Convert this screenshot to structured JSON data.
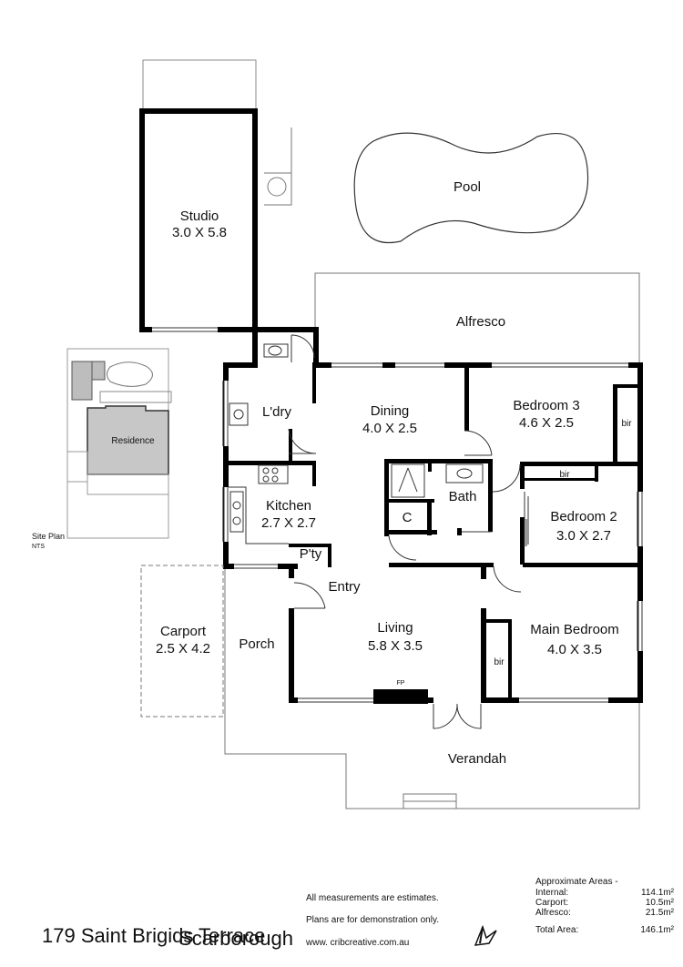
{
  "rooms": {
    "studio": {
      "name": "Studio",
      "dims": "3.0 X 5.8"
    },
    "pool": {
      "name": "Pool"
    },
    "alfresco": {
      "name": "Alfresco"
    },
    "laundry": {
      "name": "L'dry"
    },
    "dining": {
      "name": "Dining",
      "dims": "4.0 X 2.5"
    },
    "bedroom3": {
      "name": "Bedroom 3",
      "dims": "4.6 X 2.5"
    },
    "bir1": {
      "name": "bir"
    },
    "bir2": {
      "name": "bir"
    },
    "bir3": {
      "name": "bir"
    },
    "kitchen": {
      "name": "Kitchen",
      "dims": "2.7 X 2.7"
    },
    "bath": {
      "name": "Bath"
    },
    "cupboard": {
      "name": "C"
    },
    "bedroom2": {
      "name": "Bedroom 2",
      "dims": "3.0 X 2.7"
    },
    "pantry": {
      "name": "P'ty"
    },
    "entry": {
      "name": "Entry"
    },
    "carport": {
      "name": "Carport",
      "dims": "2.5 X 4.2"
    },
    "porch": {
      "name": "Porch"
    },
    "living": {
      "name": "Living",
      "dims": "5.8 X 3.5"
    },
    "fireplace": {
      "name": "FP"
    },
    "main_bedroom": {
      "name": "Main Bedroom",
      "dims": "4.0 X 3.5"
    },
    "verandah": {
      "name": "Verandah"
    }
  },
  "site_plan": {
    "residence": "Residence",
    "label": "Site Plan",
    "scale": "NTS"
  },
  "footer": {
    "address_line1": "179 Saint Brigids Terrace",
    "address_line2": "Scarborough",
    "note1": "All measurements are estimates.",
    "note2": "Plans are for demonstration only.",
    "website": "www. cribcreative.com.au"
  },
  "areas": {
    "title": "Approximate Areas -",
    "rows": [
      {
        "label": "Internal:",
        "value": "114.1m²"
      },
      {
        "label": "Carport:",
        "value": "10.5m²"
      },
      {
        "label": "Alfresco:",
        "value": "21.5m²"
      }
    ],
    "total_label": "Total Area:",
    "total_value": "146.1m²"
  }
}
